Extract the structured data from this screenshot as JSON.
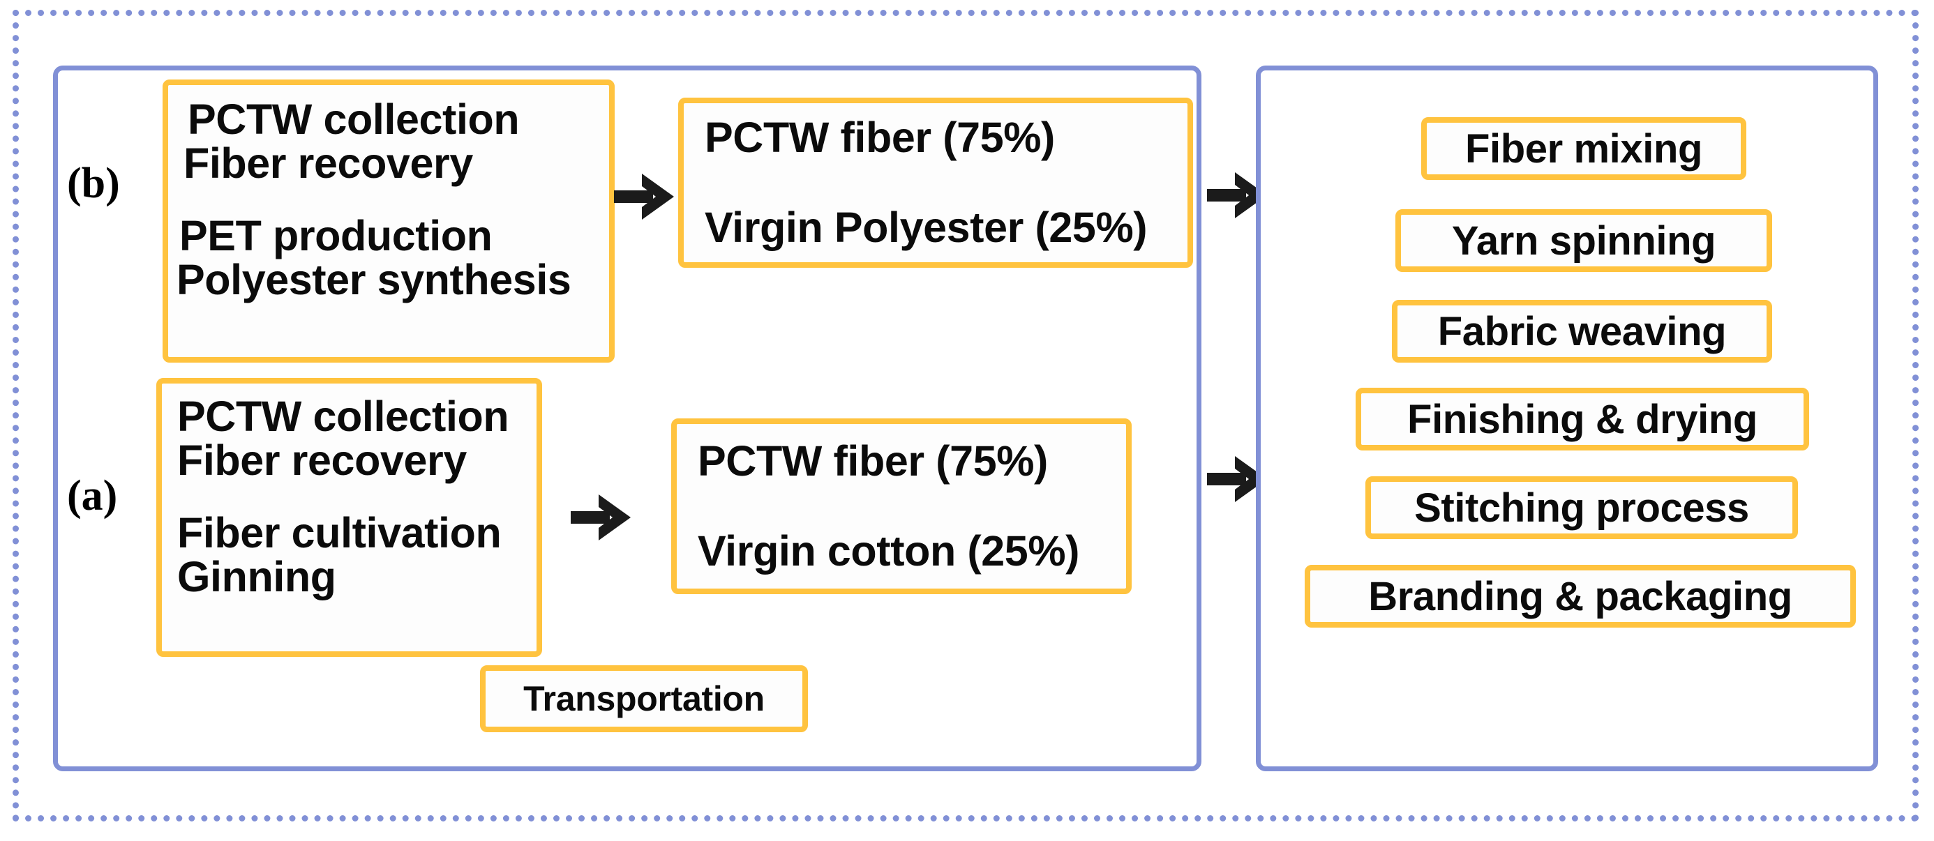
{
  "colors": {
    "frame_blue": "#8190d6",
    "panel_blue": "#8190d6",
    "box_orange": "#ffc33f",
    "text_black": "#0b0b0b",
    "background": "#ffffff"
  },
  "branches": {
    "b": {
      "label": "(b)",
      "stage_lines": [
        "PCTW collection",
        "Fiber recovery",
        "",
        "PET production",
        "Polyester synthesis"
      ],
      "blend_lines": [
        "PCTW fiber (75%)",
        "Virgin Polyester (25%)"
      ]
    },
    "a": {
      "label": "(a)",
      "stage_lines": [
        "PCTW collection",
        "Fiber recovery",
        "",
        "Fiber cultivation",
        "Ginning"
      ],
      "blend_lines": [
        "PCTW fiber (75%)",
        "Virgin cotton (25%)"
      ]
    }
  },
  "transport": {
    "label": "Transportation"
  },
  "manufacturing_steps": [
    "Fiber mixing",
    "Yarn spinning",
    "Fabric weaving",
    "Finishing & drying",
    "Stitching process",
    "Branding & packaging"
  ],
  "arrows": {
    "count": 4,
    "glyph": "right-arrow"
  }
}
